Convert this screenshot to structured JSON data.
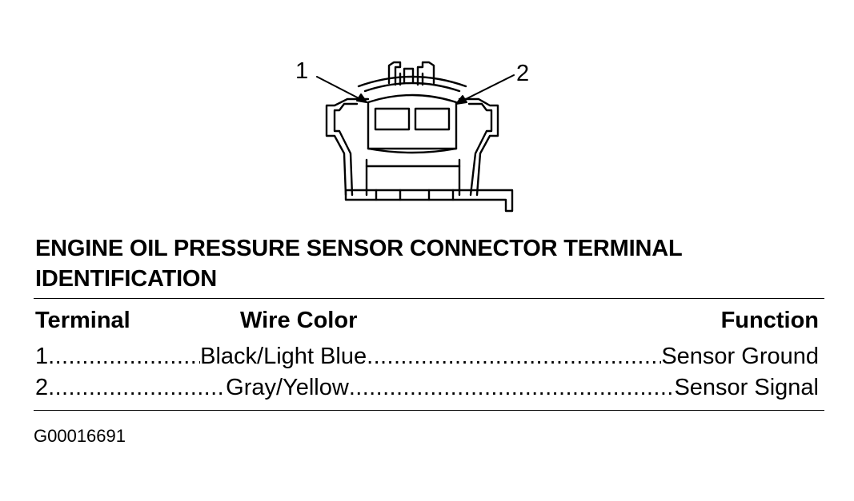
{
  "diagram": {
    "callouts": [
      {
        "number": "1"
      },
      {
        "number": "2"
      }
    ]
  },
  "table": {
    "title": "ENGINE OIL PRESSURE SENSOR CONNECTOR TERMINAL IDENTIFICATION",
    "headers": {
      "terminal": "Terminal",
      "wire_color": "Wire Color",
      "function": "Function"
    },
    "rows": [
      {
        "terminal": "1",
        "wire_color": "Black/Light Blue",
        "function": "Sensor Ground"
      },
      {
        "terminal": "2",
        "wire_color": "Gray/Yellow",
        "function": "Sensor Signal"
      }
    ]
  },
  "figure_id": "G00016691"
}
